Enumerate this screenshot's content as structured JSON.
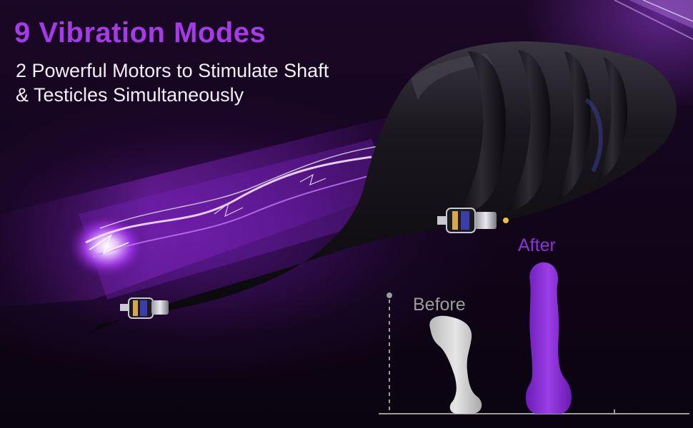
{
  "headline": "9 Vibration Modes",
  "subheading": {
    "line1": "2 Powerful Motors to Stimulate Shaft",
    "line2": "& Testicles Simultaneously"
  },
  "comparison": {
    "before_label": "Before",
    "after_label": "After",
    "before_color": "#c8c8c8",
    "after_color": "#8a2be2"
  },
  "colors": {
    "headline": "#a53be6",
    "accent_glow": "#b84dff",
    "device": "#141218",
    "background": "#12051b"
  }
}
